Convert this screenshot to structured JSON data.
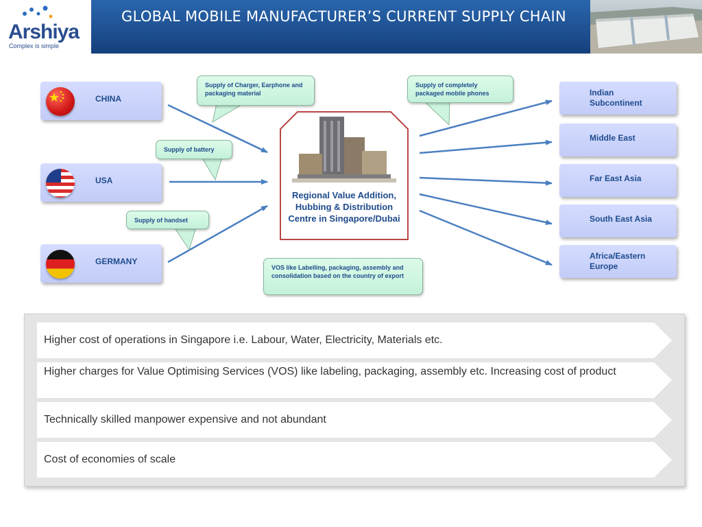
{
  "logo": {
    "brand": "Arshiya",
    "tagline": "Complex is simple"
  },
  "header": {
    "title": "GLOBAL MOBILE MANUFACTURER’S CURRENT SUPPLY CHAIN"
  },
  "sources": [
    {
      "name": "CHINA",
      "flag": "china-flag-icon"
    },
    {
      "name": "USA",
      "flag": "usa-flag-icon"
    },
    {
      "name": "GERMANY",
      "flag": "germany-flag-icon"
    }
  ],
  "hub": {
    "label": "Regional Value Addition, Hubbing & Distribution Centre in Singapore/Dubai"
  },
  "destinations": [
    {
      "name": "Indian Subcontinent"
    },
    {
      "name": "Middle East"
    },
    {
      "name": "Far East Asia"
    },
    {
      "name": "South East Asia"
    },
    {
      "name": "Africa/Eastern Europe"
    }
  ],
  "callouts": {
    "charger": "Supply of Charger, Earphone and packaging material",
    "battery": "Supply of battery",
    "handset": "Supply of handset",
    "phones": "Supply of completely packaged mobile phones",
    "vos": "VOS like Labelling, packaging, assembly and consolidation based on the country of export"
  },
  "issues": [
    "Higher cost of operations in Singapore i.e. Labour, Water, Electricity, Materials etc.",
    "Higher charges for Value Optimising Services (VOS) like labeling, packaging, assembly etc. Increasing cost of product",
    "Technically skilled manpower expensive and not abundant",
    "Cost of economies of scale"
  ],
  "colors": {
    "accent": "#1e4b8c",
    "title_bar": "#1f5aa0",
    "box_fill": "#c9d2fb",
    "callout_fill": "#d2f7e3",
    "hub_border": "#b94545",
    "arrow": "#4a7fc0"
  }
}
